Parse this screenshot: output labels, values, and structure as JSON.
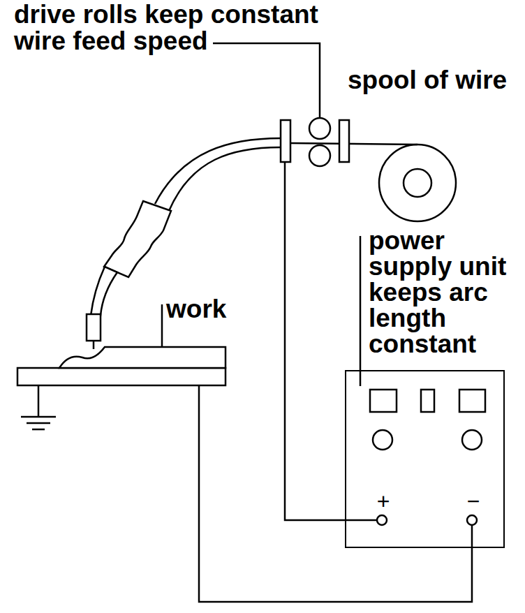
{
  "diagram": {
    "nodes": [
      {
        "text": [
          "+",
          "−"
        ]
      }
    ],
    "labels": [
      "drive rolls keep constant wire feed speed",
      "spool of wire",
      "power supply unit keeps arc length constant",
      "work"
    ]
  }
}
